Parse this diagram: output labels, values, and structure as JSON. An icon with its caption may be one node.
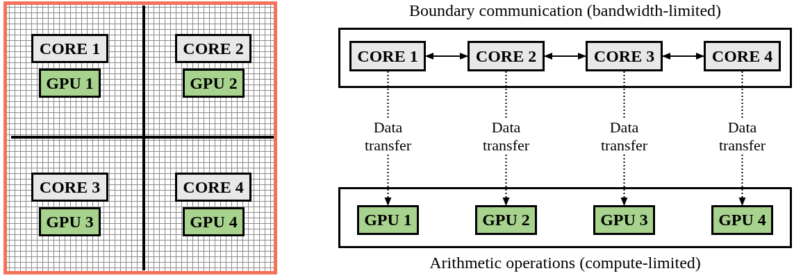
{
  "diagram": {
    "nodes": [
      {
        "text": [],
        "shape": "box"
      },
      {
        "text": [
          "CORE 1"
        ],
        "in": 0
      },
      {
        "text": [
          "CORE 2"
        ],
        "in": 0
      },
      {
        "text": [
          "GPU 1"
        ],
        "in": 0
      },
      {
        "text": [
          "GPU 2"
        ],
        "in": 0
      },
      {
        "text": [
          "CORE 3"
        ],
        "in": 0
      },
      {
        "text": [
          "CORE 4"
        ],
        "in": 0
      },
      {
        "text": [
          "GPU 3"
        ],
        "in": 0
      },
      {
        "text": [
          "GPU 4"
        ],
        "in": 0
      },
      {
        "text": [
          "Boundary communication (bandwidth-limited)"
        ]
      },
      {
        "text": [
          "CORE 1"
        ],
        "in": 9
      },
      {
        "text": [
          "CORE 2"
        ],
        "in": 9
      },
      {
        "text": [
          "CORE 3"
        ],
        "in": 9
      },
      {
        "text": [
          "CORE 4"
        ],
        "in": 9
      },
      {
        "text": [
          "Arithmetic operations (compute-limited)"
        ]
      },
      {
        "text": [
          "GPU 1"
        ],
        "in": 14
      },
      {
        "text": [
          "GPU 2"
        ],
        "in": 14
      },
      {
        "text": [
          "GPU 3"
        ],
        "in": 14
      },
      {
        "text": [
          "GPU 4"
        ],
        "in": 14
      }
    ],
    "edges": [
      {
        "from": 10,
        "to": 11,
        "arrow": "both"
      },
      {
        "from": 11,
        "to": 12,
        "arrow": "both"
      },
      {
        "from": 12,
        "to": 13,
        "arrow": "both"
      },
      {
        "from": 10,
        "to": 15,
        "arrow": "to",
        "label": "Data transfer",
        "style": "dashed"
      },
      {
        "from": 11,
        "to": 16,
        "arrow": "to",
        "label": "Data transfer",
        "style": "dashed"
      },
      {
        "from": 12,
        "to": 17,
        "arrow": "to",
        "label": "Data transfer",
        "style": "dashed"
      },
      {
        "from": 13,
        "to": 18,
        "arrow": "to",
        "label": "Data transfer",
        "style": "dashed"
      }
    ]
  }
}
